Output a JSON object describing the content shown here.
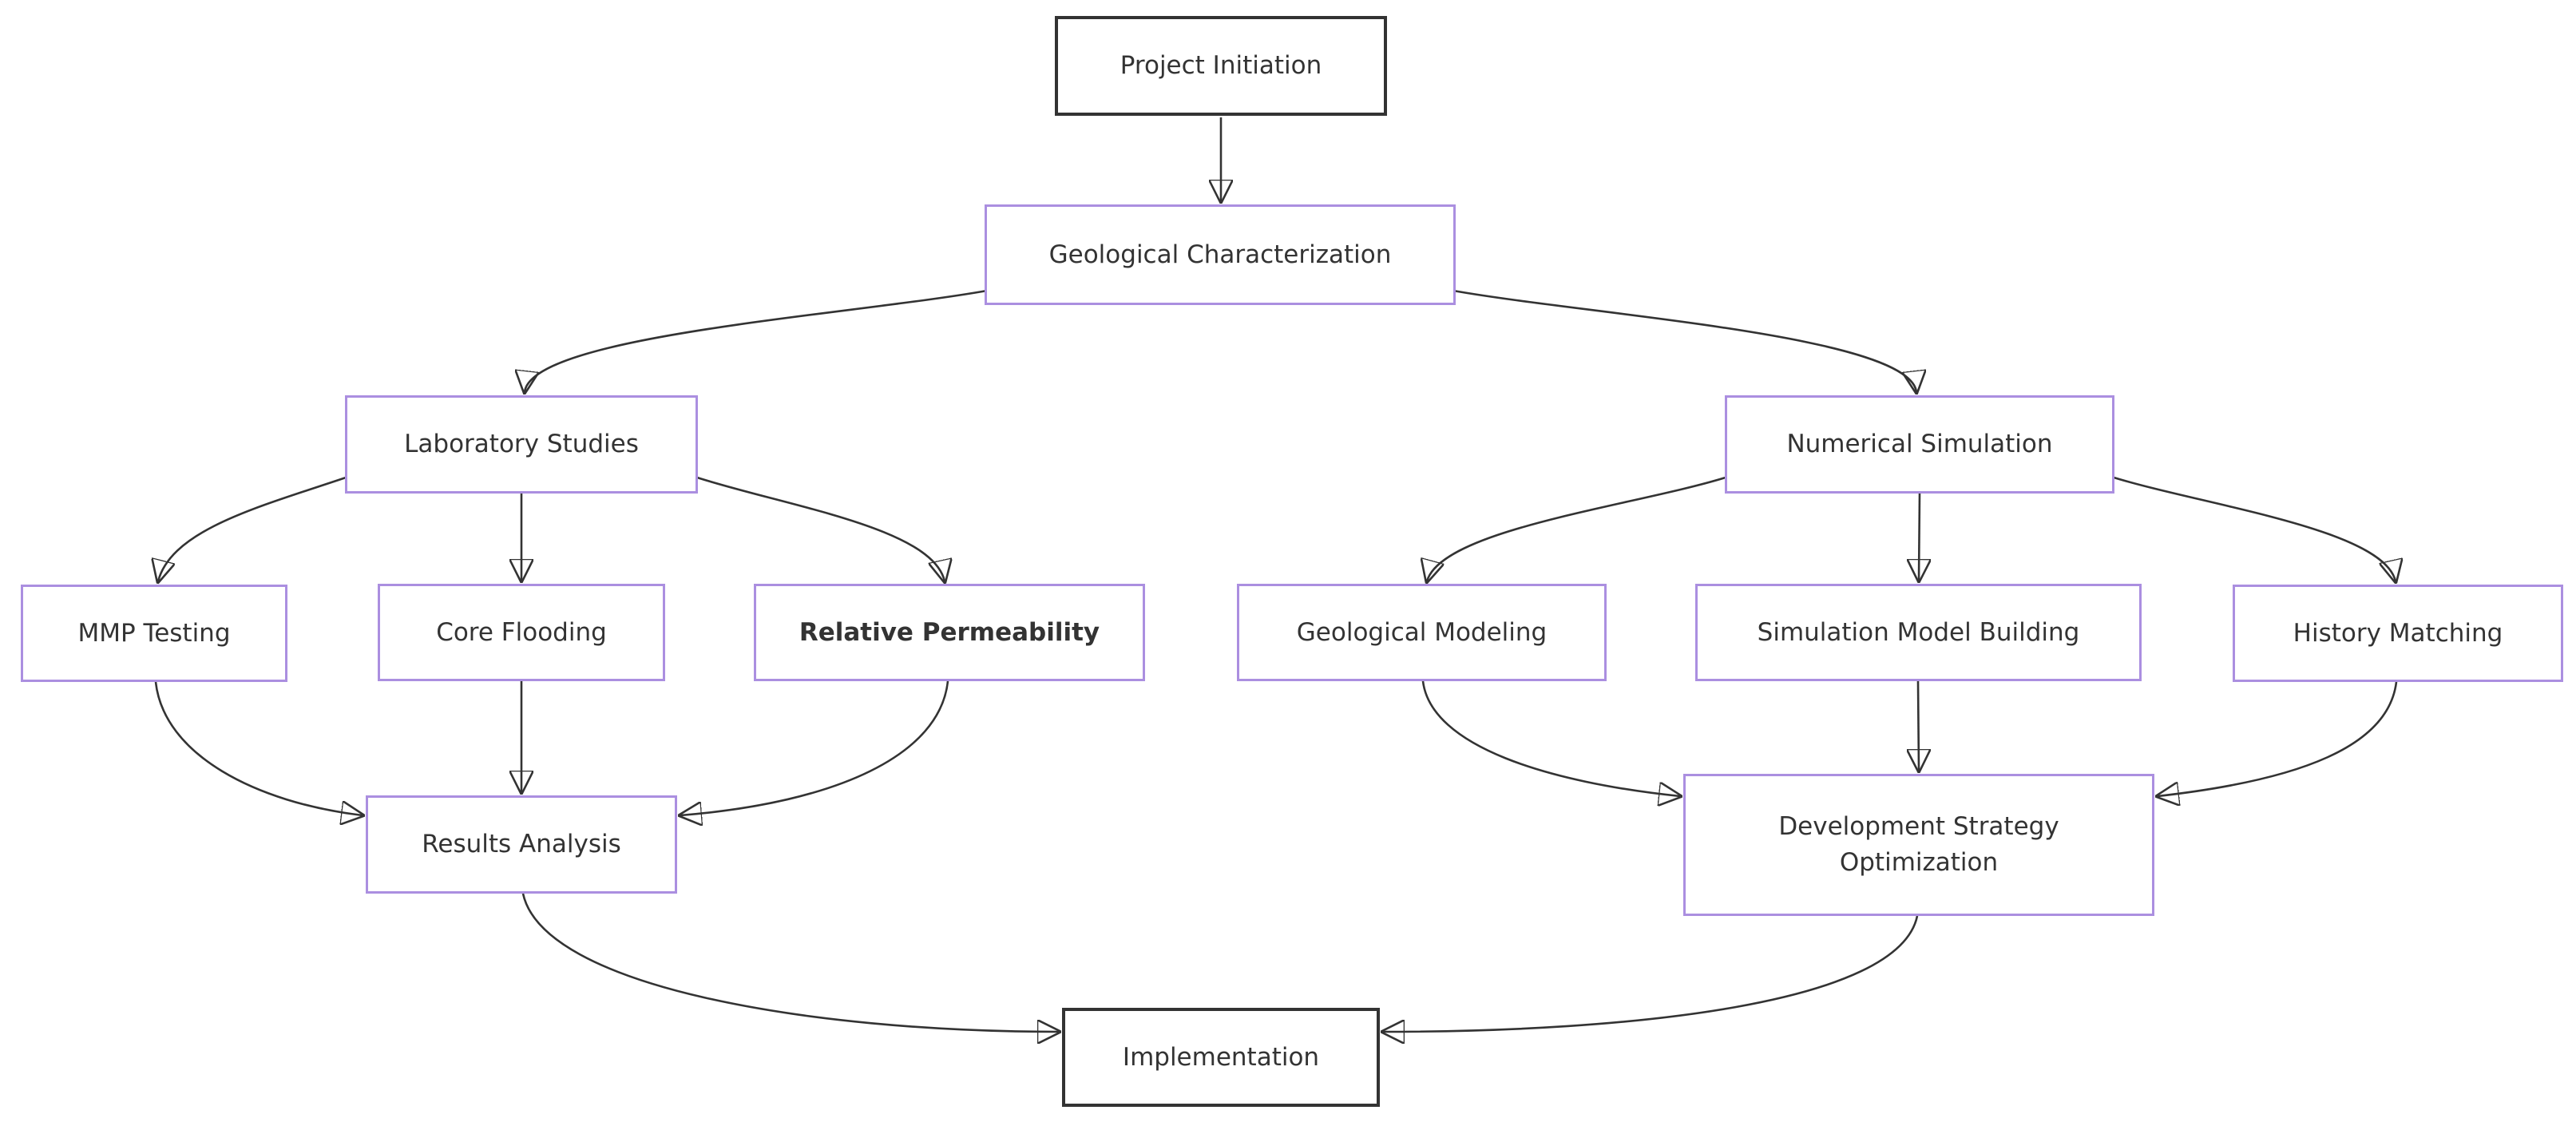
{
  "diagram": {
    "type": "flowchart",
    "direction": "top-down",
    "colors": {
      "background": "#ffffff",
      "process_node_border": "#AB8FE0",
      "terminal_node_border": "#333333",
      "node_fill": "#ffffff",
      "text": "#333333",
      "edge": "#333333"
    },
    "nodes": [
      {
        "id": "project-initiation",
        "label": "Project Initiation",
        "kind": "terminal"
      },
      {
        "id": "geological-characterization",
        "label": "Geological Characterization",
        "kind": "process"
      },
      {
        "id": "laboratory-studies",
        "label": "Laboratory Studies",
        "kind": "process"
      },
      {
        "id": "numerical-simulation",
        "label": "Numerical Simulation",
        "kind": "process"
      },
      {
        "id": "mmp-testing",
        "label": "MMP Testing",
        "kind": "process"
      },
      {
        "id": "core-flooding",
        "label": "Core Flooding",
        "kind": "process"
      },
      {
        "id": "relative-permeability",
        "label": "Relative Permeability",
        "kind": "process",
        "bold": true
      },
      {
        "id": "geological-modeling",
        "label": "Geological Modeling",
        "kind": "process"
      },
      {
        "id": "simulation-model-building",
        "label": "Simulation Model Building",
        "kind": "process"
      },
      {
        "id": "history-matching",
        "label": "History Matching",
        "kind": "process"
      },
      {
        "id": "results-analysis",
        "label": "Results Analysis",
        "kind": "process"
      },
      {
        "id": "development-strategy-optimization",
        "label": "Development Strategy Optimization",
        "kind": "process"
      },
      {
        "id": "implementation",
        "label": "Implementation",
        "kind": "terminal"
      }
    ],
    "edges": [
      {
        "from": "project-initiation",
        "to": "geological-characterization"
      },
      {
        "from": "geological-characterization",
        "to": "laboratory-studies"
      },
      {
        "from": "geological-characterization",
        "to": "numerical-simulation"
      },
      {
        "from": "laboratory-studies",
        "to": "mmp-testing"
      },
      {
        "from": "laboratory-studies",
        "to": "core-flooding"
      },
      {
        "from": "laboratory-studies",
        "to": "relative-permeability"
      },
      {
        "from": "mmp-testing",
        "to": "results-analysis"
      },
      {
        "from": "core-flooding",
        "to": "results-analysis"
      },
      {
        "from": "relative-permeability",
        "to": "results-analysis"
      },
      {
        "from": "numerical-simulation",
        "to": "geological-modeling"
      },
      {
        "from": "numerical-simulation",
        "to": "simulation-model-building"
      },
      {
        "from": "numerical-simulation",
        "to": "history-matching"
      },
      {
        "from": "geological-modeling",
        "to": "development-strategy-optimization"
      },
      {
        "from": "simulation-model-building",
        "to": "development-strategy-optimization"
      },
      {
        "from": "history-matching",
        "to": "development-strategy-optimization"
      },
      {
        "from": "results-analysis",
        "to": "implementation"
      },
      {
        "from": "development-strategy-optimization",
        "to": "implementation"
      }
    ]
  }
}
